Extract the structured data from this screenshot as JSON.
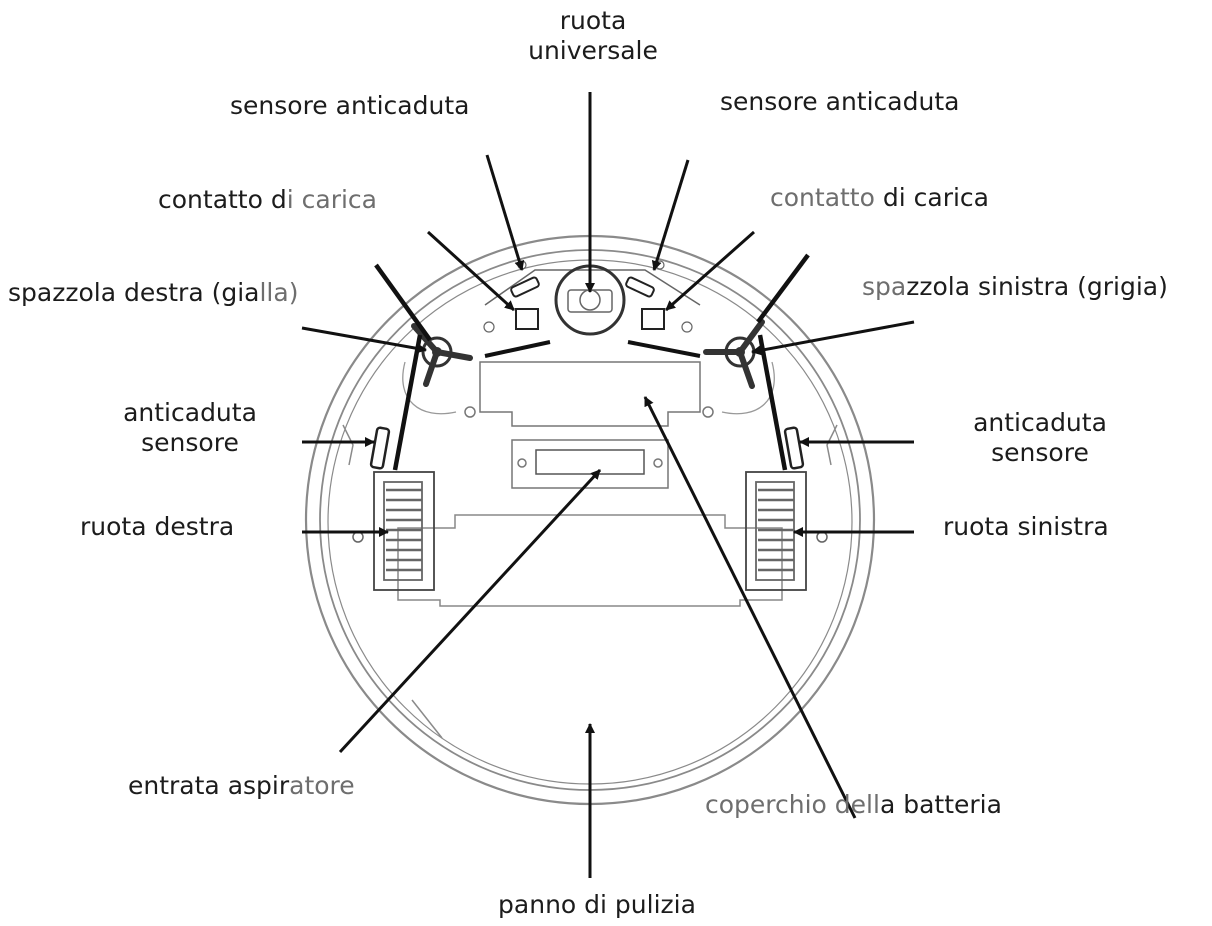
{
  "labels": {
    "universal_wheel": {
      "line1": "ruota",
      "line2": "universale"
    },
    "cliff_sensor_left": "sensore anticaduta",
    "cliff_sensor_right": "sensore anticaduta",
    "charge_contact_left": {
      "a": "contatto d",
      "b": "i carica"
    },
    "charge_contact_right": {
      "a": "contatto",
      "b": " di carica"
    },
    "brush_right_yellow": {
      "a": "spazzola destra (gia",
      "b": "lla)"
    },
    "brush_left_gray": {
      "a": "spa",
      "b": "zzola sinistra (grigia)"
    },
    "side_cliff_left": {
      "line1": "anticaduta",
      "line2": "sensore"
    },
    "side_cliff_right": {
      "line1": "anticaduta",
      "line2": "sensore"
    },
    "wheel_right": "ruota destra",
    "wheel_left": "ruota sinistra",
    "suction_inlet": {
      "a": "entrata aspir",
      "b": "atore"
    },
    "battery_cover": {
      "a": "coperchio dell",
      "b": "a batteria"
    },
    "cleaning_cloth": "panno di pulizia"
  },
  "colors": {
    "line": "#2a2a2a",
    "outline": "#8a8a8a",
    "text": "#1c1c1c",
    "text_faded": "#6e6e6e"
  }
}
